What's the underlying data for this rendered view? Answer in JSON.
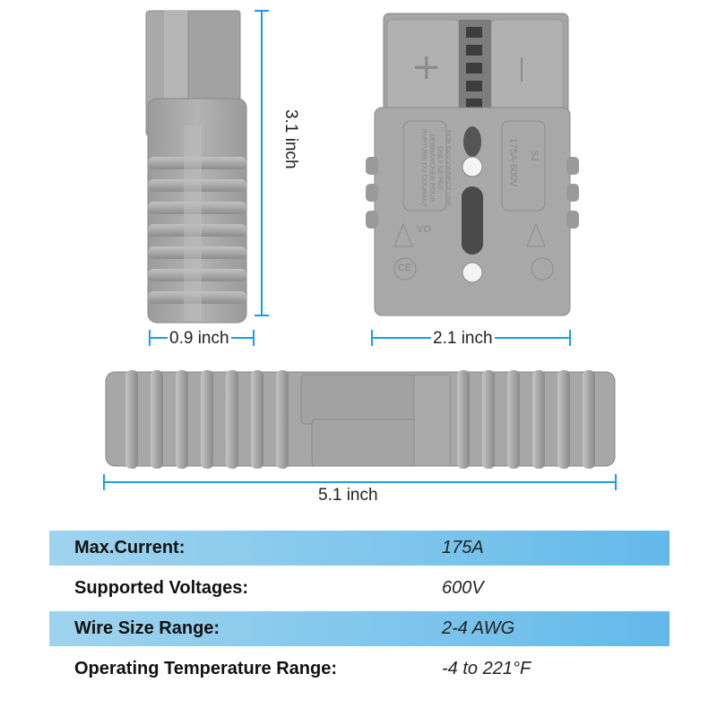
{
  "dimensions": {
    "height_side": "3.1 inch",
    "width_side": "0.9 inch",
    "width_front": "2.1 inch",
    "length": "5.1 inch"
  },
  "housing_markings": {
    "left_panel": "FOR DISCONNECT USE ONLY NE PAS DEBRANCHER POUR RUPTURE DU COURANT",
    "right_panel_brand": "SJ",
    "right_panel_rating": "175A-600V",
    "plus_symbol": "+",
    "minus_symbol": "—",
    "logo_left": "CE",
    "logo_vo": "VO"
  },
  "specs": [
    {
      "label": "Max.Current:",
      "value": "175A"
    },
    {
      "label": "Supported Voltages:",
      "value": "600V"
    },
    {
      "label": "Wire Size Range:",
      "value": "2-4 AWG"
    },
    {
      "label": "Operating Temperature Range:",
      "value": "-4 to 221°F"
    }
  ],
  "colors": {
    "accent": "#1a9ee0",
    "housing": "#a6a6a6",
    "housing_dark": "#8e8e8e",
    "housing_light": "#b8b8b8",
    "row_blue": "#7fc6ec"
  }
}
